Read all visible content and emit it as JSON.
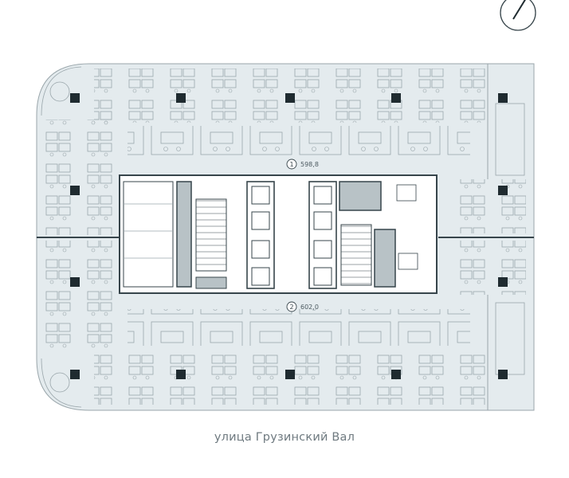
{
  "street_label": "улица Грузинский Вал",
  "zones": [
    {
      "number": "1",
      "area": "598,8"
    },
    {
      "number": "2",
      "area": "602,0"
    }
  ],
  "icons": [
    "compass-icon"
  ],
  "colors": {
    "floor": "#e4ebee",
    "core": "#ffffff",
    "walls": "#37454b",
    "thin_lines": "#9aa6ab",
    "columns": "#1f2b30",
    "stair_fill": "#b8c2c6"
  }
}
